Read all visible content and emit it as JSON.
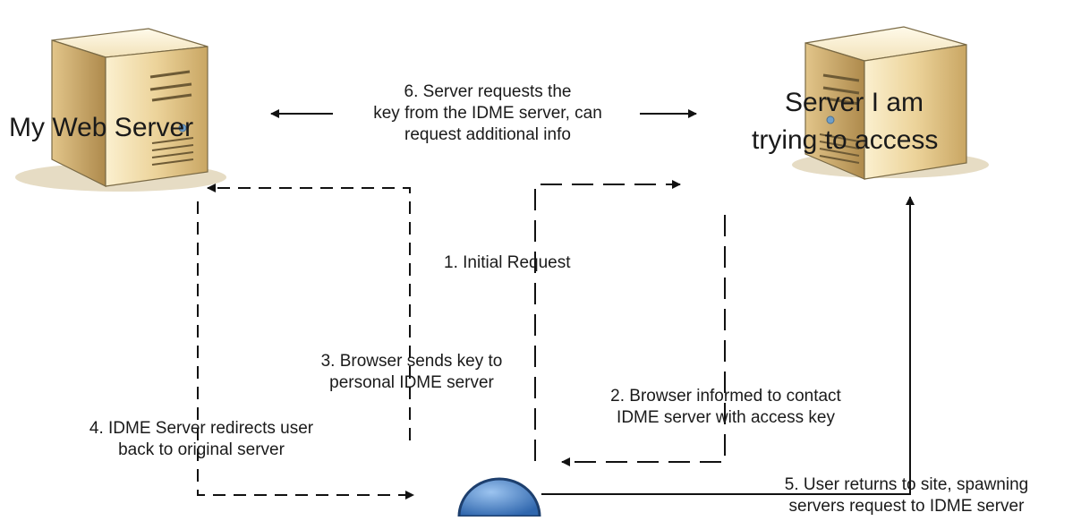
{
  "nodes": {
    "my_server": {
      "label": "My Web Server"
    },
    "target_server": {
      "label_line1": "Server I am",
      "label_line2": "trying to access"
    }
  },
  "steps": {
    "step1": {
      "line1": "1. Initial Request"
    },
    "step2": {
      "line1": "2. Browser informed to contact",
      "line2": "IDME server with access key"
    },
    "step3": {
      "line1": "3. Browser sends key to",
      "line2": "personal IDME server"
    },
    "step4": {
      "line1": "4. IDME Server redirects user",
      "line2": "back to original server"
    },
    "step5": {
      "line1": "5. User returns to site, spawning",
      "line2": "servers request to IDME server"
    },
    "step6": {
      "line1": "6. Server requests the",
      "line2": "key from the IDME server, can",
      "line3": "request additional info"
    }
  },
  "colors": {
    "line": "#111111",
    "server_body": "#e9cf95",
    "server_shadow": "#e6dcc4",
    "user_circle": "#4f86c6"
  }
}
